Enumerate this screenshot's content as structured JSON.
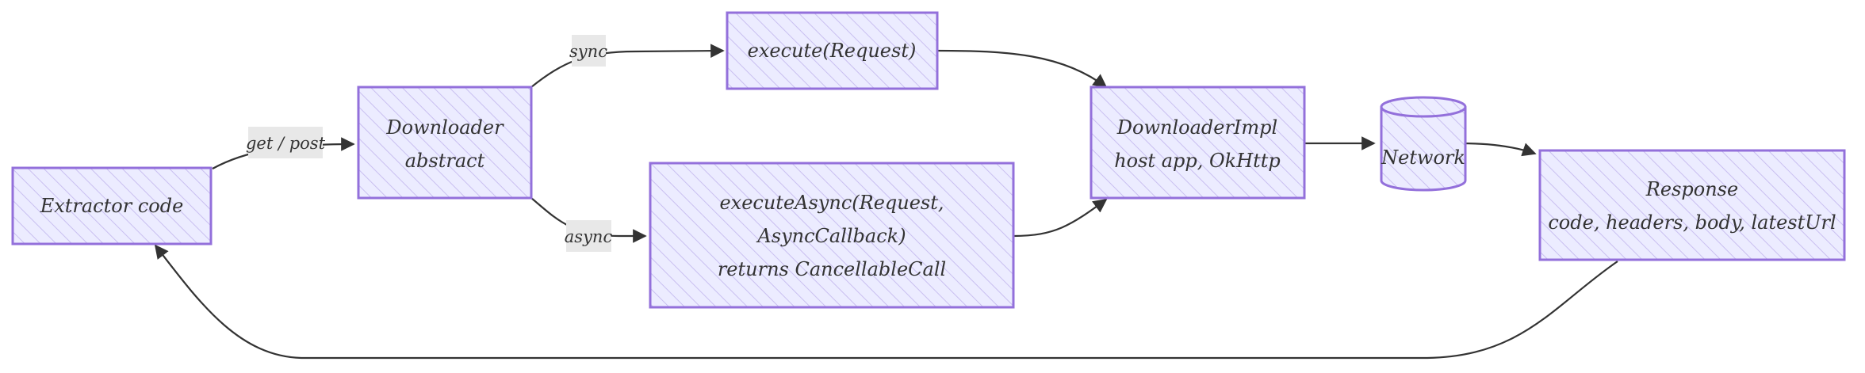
{
  "nodes": {
    "extractor": {
      "line1": "Extractor code"
    },
    "downloader": {
      "line1": "Downloader",
      "line2": "abstract"
    },
    "execute": {
      "line1": "execute(Request)"
    },
    "execute_async": {
      "line1": "executeAsync(Request,",
      "line2": "AsyncCallback)",
      "line3": "returns CancellableCall"
    },
    "downloader_impl": {
      "line1": "DownloaderImpl",
      "line2": "host app, OkHttp"
    },
    "network": {
      "line1": "Network"
    },
    "response": {
      "line1": "Response",
      "line2": "code, headers, body, latestUrl"
    }
  },
  "edges": {
    "get_post": "get / post",
    "sync": "sync",
    "async": "async"
  },
  "colors": {
    "node_fill": "#ececff",
    "node_stroke": "#9370db",
    "edge": "#333333",
    "label_bg": "#e8e8e8"
  }
}
